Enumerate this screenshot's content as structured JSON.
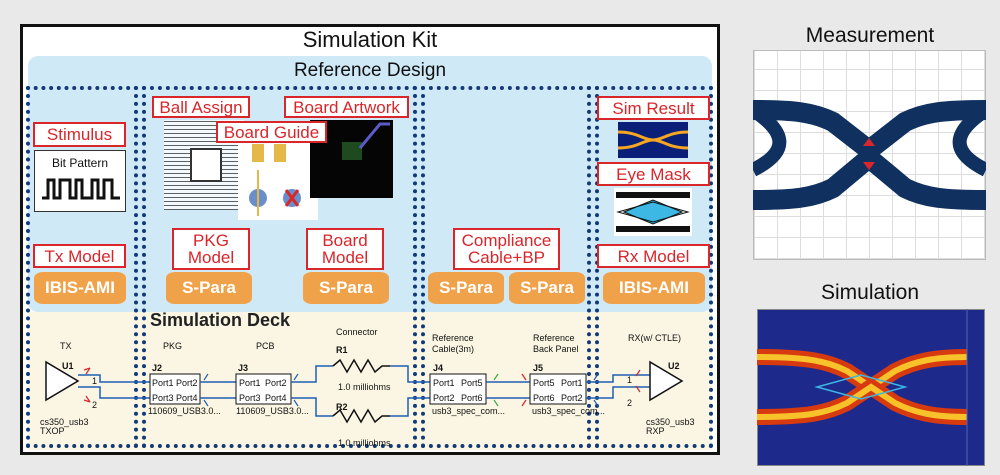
{
  "kit_title": "Simulation Kit",
  "reference_design": "Reference Design",
  "labels": {
    "stimulus": "Stimulus",
    "bit_pattern": "Bit Pattern",
    "tx_model": "Tx Model",
    "ball_assign": "Ball Assign",
    "board_guide": "Board Guide",
    "board_artwork": "Board Artwork",
    "pkg_model": "PKG Model",
    "board_model": "Board Model",
    "compliance": "Compliance Cable+BP",
    "sim_result": "Sim Result",
    "eye_mask": "Eye Mask",
    "rx_model": "Rx Model"
  },
  "cylinders": {
    "ibis_ami_tx": "IBIS-AMI",
    "spara_pkg": "S-Para",
    "spara_board": "S-Para",
    "spara_cable": "S-Para",
    "spara_bp": "S-Para",
    "ibis_ami_rx": "IBIS-AMI"
  },
  "deck": {
    "title": "Simulation Deck",
    "tx": "TX",
    "u1": "U1",
    "u1_sub1": "cs350_usb3",
    "u1_sub2": "TXOP",
    "pkg": "PKG",
    "j2": "J2",
    "j2_sub": "110609_USB3.0...",
    "pcb": "PCB",
    "j3": "J3",
    "j3_sub": "110609_USB3.0...",
    "connector": "Connector",
    "r1": "R1",
    "r1_val": "1.0 milliohms",
    "r2": "R2",
    "r2_val": "1.0 milliohms",
    "ref_cable_1": "Reference",
    "ref_cable_2": "Cable(3m)",
    "j4": "J4",
    "j4_sub": "usb3_spec_com...",
    "ref_bp_1": "Reference",
    "ref_bp_2": "Back Panel",
    "j5": "J5",
    "j5_sub": "usb3_spec_com...",
    "rx": "RX(w/ CTLE)",
    "u2": "U2",
    "u2_sub1": "cs350_usb3",
    "u2_sub2": "RXP",
    "port1": "Port1",
    "port2": "Port2",
    "port3": "Port3",
    "port4": "Port4",
    "port5": "Port5",
    "port6": "Port6",
    "pin1": "1",
    "pin2": "2"
  },
  "measurement_title": "Measurement",
  "simulation_title": "Simulation",
  "colors": {
    "red": "#d8262b",
    "navy": "#123a78",
    "orange": "#f0a24a",
    "cyan": "#cfe9f7",
    "cream": "#fbf6e3"
  }
}
